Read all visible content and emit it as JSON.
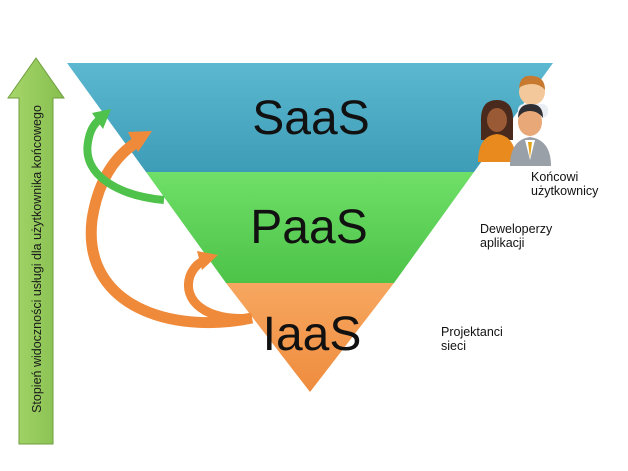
{
  "layers": {
    "saas": "SaaS",
    "paas": "PaaS",
    "iaas": "IaaS"
  },
  "axis_label": "Stopień widoczności usługi dla użytkownika końcowego",
  "groups": {
    "end_users": "Końcowi\nużytkownicy",
    "developers": "Deweloperzy\naplikacji",
    "network_designers": "Projektanci\nsieci"
  },
  "colors": {
    "saas": "#4aa9c3",
    "paas": "#5fd35a",
    "iaas": "#f39a4e",
    "axis_arrow": "#92c95b",
    "curve_orange": "#ef8a3a",
    "curve_green": "#4ec24a"
  },
  "icons": [
    "people-end-users-icon",
    "people-developers-icon",
    "people-workers-icon"
  ]
}
